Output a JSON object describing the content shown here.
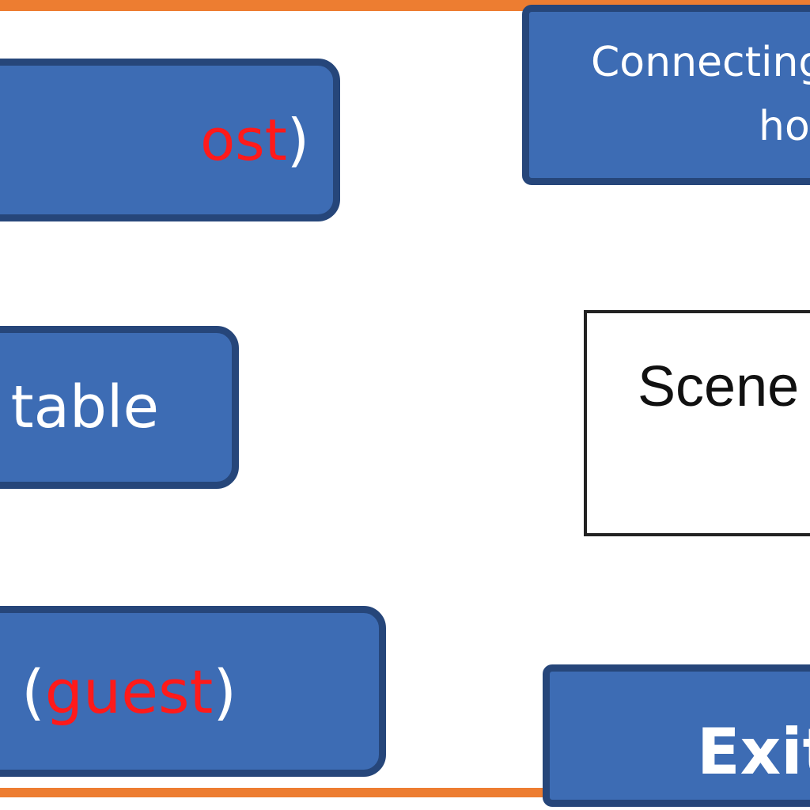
{
  "buttons": {
    "host": {
      "prefix": "",
      "red": "ost",
      "suffix": ")"
    },
    "table": {
      "label": "table"
    },
    "guest": {
      "prefix": "n (",
      "red": "guest",
      "suffix": ")"
    },
    "connecting": {
      "line1": "Connecting",
      "line2": "ho"
    },
    "exit": {
      "label": "Exit"
    }
  },
  "scene": {
    "label": "Scene"
  },
  "colors": {
    "frame": "#ed7d31",
    "button_fill": "#3d6cb4",
    "button_border": "#26467a",
    "accent_text": "#ff1a1a"
  }
}
